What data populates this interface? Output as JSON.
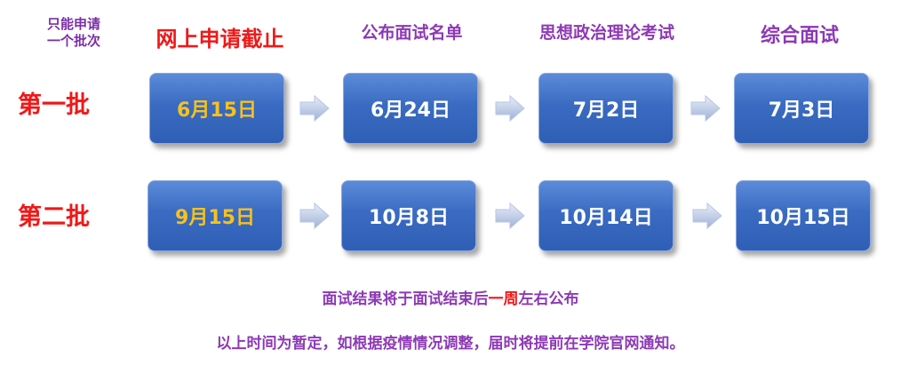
{
  "note": {
    "line1": "只能申请",
    "line2": "一个批次"
  },
  "columns": [
    "网上申请截止",
    "公布面试名单",
    "思想政治理论考试",
    "综合面试"
  ],
  "batches": [
    {
      "label": "第一批",
      "dates": [
        "6月15日",
        "6月24日",
        "7月2日",
        "7月3日"
      ]
    },
    {
      "label": "第二批",
      "dates": [
        "9月15日",
        "10月8日",
        "10月14日",
        "10月15日"
      ]
    }
  ],
  "footer": {
    "line1_before": "面试结果将于面试结束后",
    "line1_highlight": "一周",
    "line1_after": "左右公布",
    "line2": "以上时间为暂定，如根据疫情情况调整，届时将提前在学院官网通知。"
  },
  "colors": {
    "box_top": "#5b8bd8",
    "box_bottom": "#2f5fb5",
    "first_date_text": "#f6c21c",
    "date_text": "#ffffff",
    "title_red": "#f01818",
    "title_purple": "#8d39b5"
  }
}
